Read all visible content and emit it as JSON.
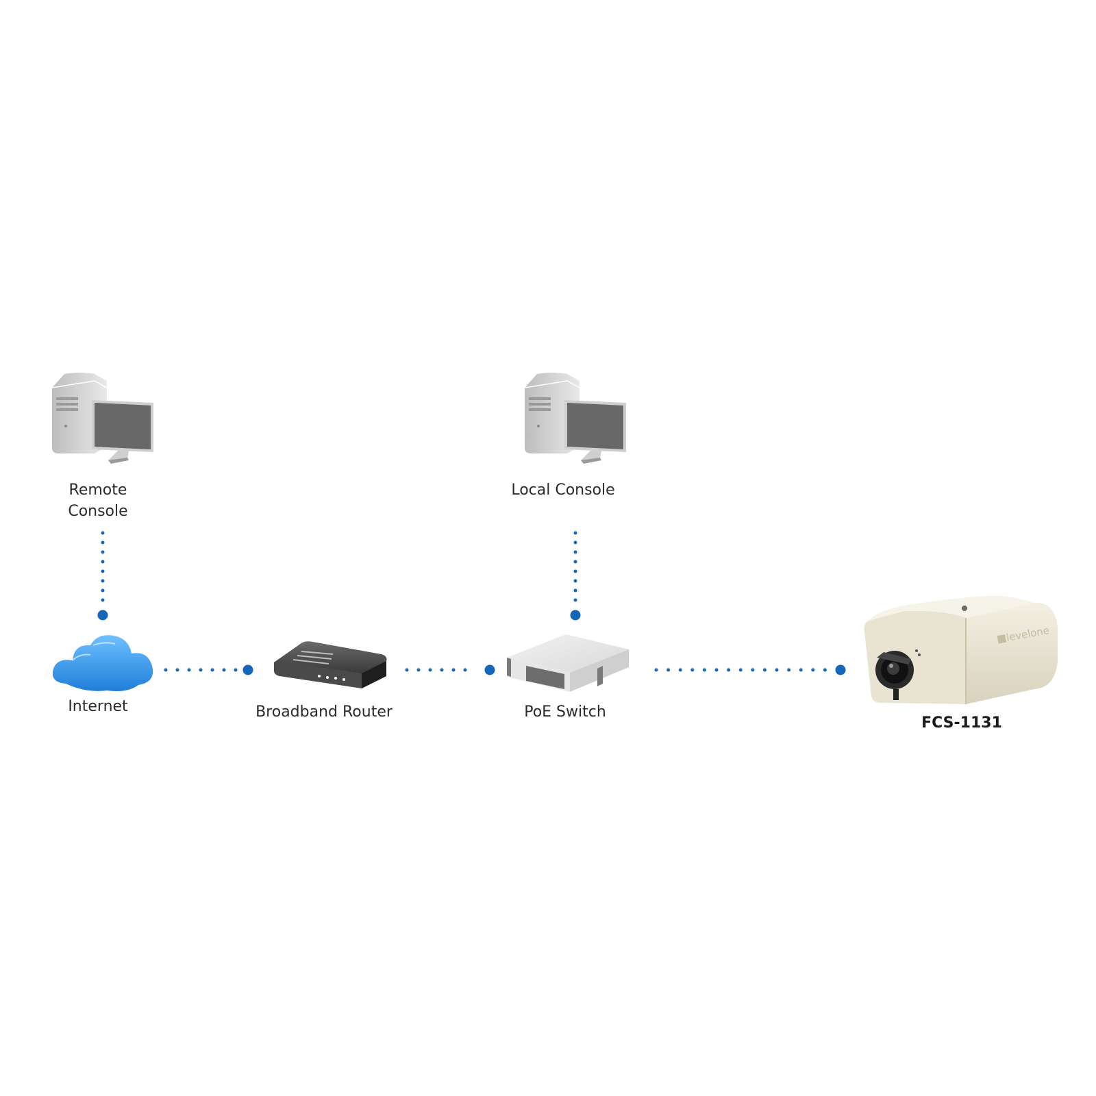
{
  "nodes": {
    "remote_console": {
      "label_line1": "Remote",
      "label_line2": "Console",
      "icon": "desktop-computer-icon"
    },
    "local_console": {
      "label": "Local Console",
      "icon": "desktop-computer-icon"
    },
    "internet": {
      "label": "Internet",
      "icon": "cloud-icon"
    },
    "router": {
      "label": "Broadband Router",
      "icon": "router-icon"
    },
    "switch": {
      "label": "PoE Switch",
      "icon": "switch-icon"
    },
    "camera": {
      "label": "FCS-1131",
      "icon": "ip-camera-icon",
      "logo_text": "levelone"
    }
  },
  "edges": [
    {
      "from": "remote_console",
      "to": "internet"
    },
    {
      "from": "internet",
      "to": "router"
    },
    {
      "from": "router",
      "to": "switch"
    },
    {
      "from": "local_console",
      "to": "switch"
    },
    {
      "from": "switch",
      "to": "camera"
    }
  ],
  "colors": {
    "link": "#1565b8",
    "cloud": "#2f8ee0",
    "text": "#2b2b2b"
  }
}
